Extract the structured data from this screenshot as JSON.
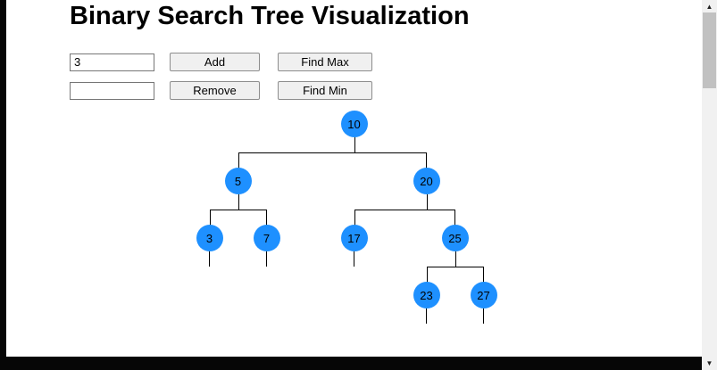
{
  "page": {
    "title": "Binary Search Tree Visualization"
  },
  "controls": {
    "value_input": "3",
    "remove_input": "",
    "add_button": "Add",
    "find_max_button": "Find Max",
    "remove_button": "Remove",
    "find_min_button": "Find Min"
  },
  "tree": {
    "value": 10,
    "left": {
      "value": 5,
      "left": {
        "value": 3
      },
      "right": {
        "value": 7
      }
    },
    "right": {
      "value": 20,
      "left": {
        "value": 17
      },
      "right": {
        "value": 25,
        "left": {
          "value": 23
        },
        "right": {
          "value": 27
        }
      }
    }
  },
  "colors": {
    "node_fill": "#1e90ff",
    "connector": "#000000"
  },
  "scrollbar": {
    "up_arrow": "▲",
    "down_arrow": "▼"
  }
}
